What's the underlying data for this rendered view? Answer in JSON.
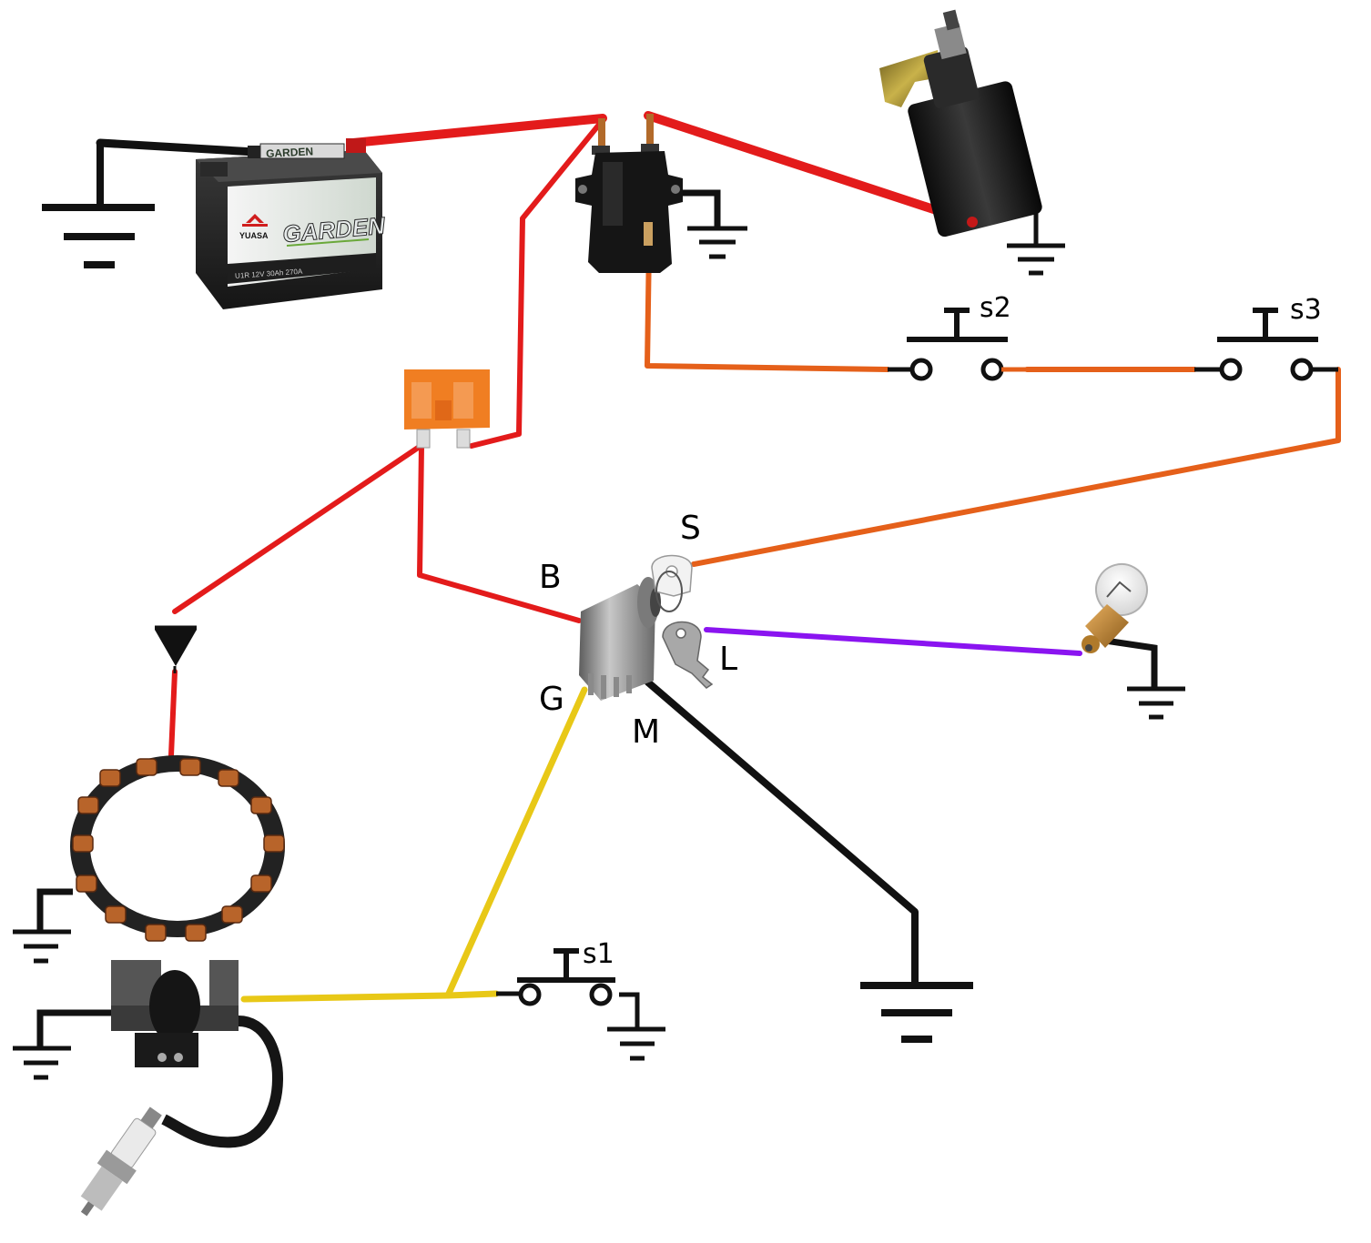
{
  "labels": {
    "ignition": {
      "b": "B",
      "s": "S",
      "l": "L",
      "g": "G",
      "m": "M"
    },
    "switches": {
      "s1": "s1",
      "s2": "s2",
      "s3": "s3"
    }
  },
  "battery": {
    "brand": "YUASA",
    "series": "GARDEN",
    "spec": "U1R  12V 30Ah 270A"
  },
  "wire_colors": {
    "power": "#e31b1b",
    "start": "#e5601a",
    "ignition": "#e8c817",
    "lamp": "#8a14f0",
    "ground": "#111111"
  }
}
